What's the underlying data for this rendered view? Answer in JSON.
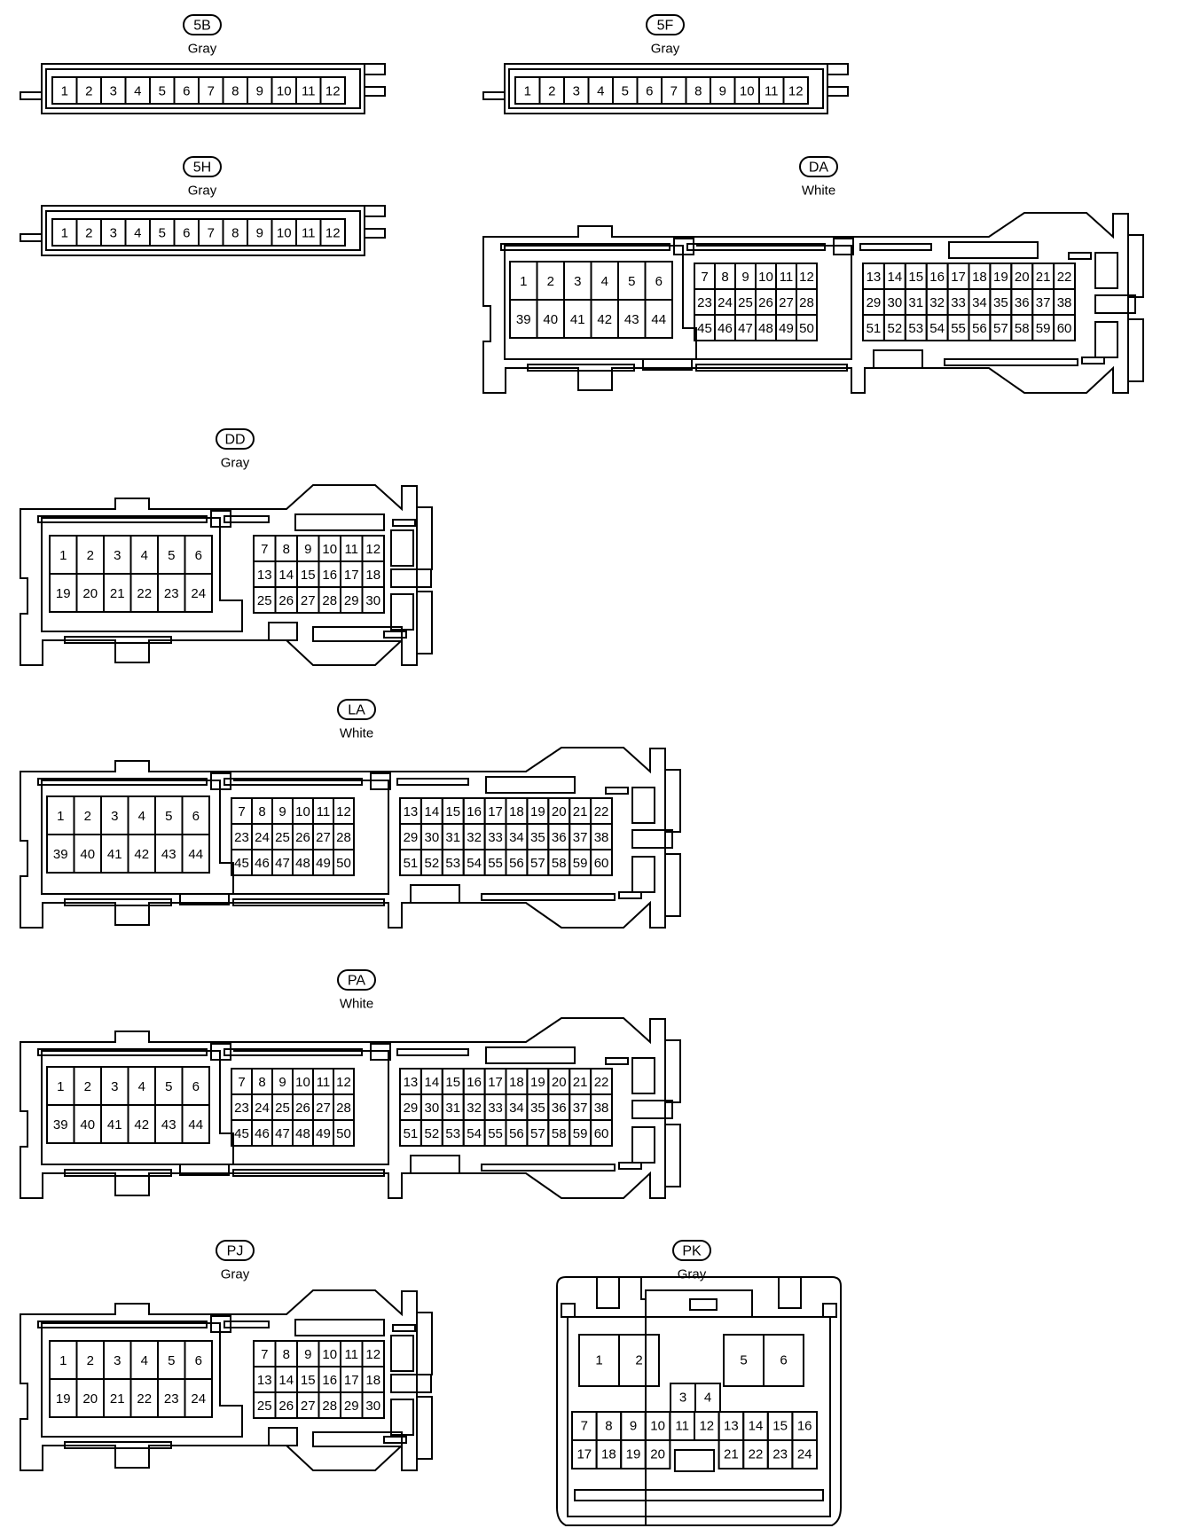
{
  "connectors": {
    "c5B": {
      "code": "5B",
      "color": "Gray",
      "rows": [
        [
          "1",
          "2",
          "3",
          "4",
          "5",
          "6",
          "7",
          "8",
          "9",
          "10",
          "11",
          "12"
        ]
      ]
    },
    "c5F": {
      "code": "5F",
      "color": "Gray",
      "rows": [
        [
          "1",
          "2",
          "3",
          "4",
          "5",
          "6",
          "7",
          "8",
          "9",
          "10",
          "11",
          "12"
        ]
      ]
    },
    "c5H": {
      "code": "5H",
      "color": "Gray",
      "rows": [
        [
          "1",
          "2",
          "3",
          "4",
          "5",
          "6",
          "7",
          "8",
          "9",
          "10",
          "11",
          "12"
        ]
      ]
    },
    "cDA": {
      "code": "DA",
      "color": "White",
      "blockA": [
        [
          "1",
          "2",
          "3",
          "4",
          "5",
          "6"
        ],
        [
          "39",
          "40",
          "41",
          "42",
          "43",
          "44"
        ]
      ],
      "blockB": [
        [
          "7",
          "8",
          "9",
          "10",
          "11",
          "12"
        ],
        [
          "23",
          "24",
          "25",
          "26",
          "27",
          "28"
        ],
        [
          "45",
          "46",
          "47",
          "48",
          "49",
          "50"
        ]
      ],
      "blockC": [
        [
          "13",
          "14",
          "15",
          "16",
          "17",
          "18",
          "19",
          "20",
          "21",
          "22"
        ],
        [
          "29",
          "30",
          "31",
          "32",
          "33",
          "34",
          "35",
          "36",
          "37",
          "38"
        ],
        [
          "51",
          "52",
          "53",
          "54",
          "55",
          "56",
          "57",
          "58",
          "59",
          "60"
        ]
      ]
    },
    "cDD": {
      "code": "DD",
      "color": "Gray",
      "blockA": [
        [
          "1",
          "2",
          "3",
          "4",
          "5",
          "6"
        ],
        [
          "19",
          "20",
          "21",
          "22",
          "23",
          "24"
        ]
      ],
      "blockB": [
        [
          "7",
          "8",
          "9",
          "10",
          "11",
          "12"
        ],
        [
          "13",
          "14",
          "15",
          "16",
          "17",
          "18"
        ],
        [
          "25",
          "26",
          "27",
          "28",
          "29",
          "30"
        ]
      ]
    },
    "cLA": {
      "code": "LA",
      "color": "White",
      "blockA": [
        [
          "1",
          "2",
          "3",
          "4",
          "5",
          "6"
        ],
        [
          "39",
          "40",
          "41",
          "42",
          "43",
          "44"
        ]
      ],
      "blockB": [
        [
          "7",
          "8",
          "9",
          "10",
          "11",
          "12"
        ],
        [
          "23",
          "24",
          "25",
          "26",
          "27",
          "28"
        ],
        [
          "45",
          "46",
          "47",
          "48",
          "49",
          "50"
        ]
      ],
      "blockC": [
        [
          "13",
          "14",
          "15",
          "16",
          "17",
          "18",
          "19",
          "20",
          "21",
          "22"
        ],
        [
          "29",
          "30",
          "31",
          "32",
          "33",
          "34",
          "35",
          "36",
          "37",
          "38"
        ],
        [
          "51",
          "52",
          "53",
          "54",
          "55",
          "56",
          "57",
          "58",
          "59",
          "60"
        ]
      ]
    },
    "cPA": {
      "code": "PA",
      "color": "White",
      "blockA": [
        [
          "1",
          "2",
          "3",
          "4",
          "5",
          "6"
        ],
        [
          "39",
          "40",
          "41",
          "42",
          "43",
          "44"
        ]
      ],
      "blockB": [
        [
          "7",
          "8",
          "9",
          "10",
          "11",
          "12"
        ],
        [
          "23",
          "24",
          "25",
          "26",
          "27",
          "28"
        ],
        [
          "45",
          "46",
          "47",
          "48",
          "49",
          "50"
        ]
      ],
      "blockC": [
        [
          "13",
          "14",
          "15",
          "16",
          "17",
          "18",
          "19",
          "20",
          "21",
          "22"
        ],
        [
          "29",
          "30",
          "31",
          "32",
          "33",
          "34",
          "35",
          "36",
          "37",
          "38"
        ],
        [
          "51",
          "52",
          "53",
          "54",
          "55",
          "56",
          "57",
          "58",
          "59",
          "60"
        ]
      ]
    },
    "cPJ": {
      "code": "PJ",
      "color": "Gray",
      "blockA": [
        [
          "1",
          "2",
          "3",
          "4",
          "5",
          "6"
        ],
        [
          "19",
          "20",
          "21",
          "22",
          "23",
          "24"
        ]
      ],
      "blockB": [
        [
          "7",
          "8",
          "9",
          "10",
          "11",
          "12"
        ],
        [
          "13",
          "14",
          "15",
          "16",
          "17",
          "18"
        ],
        [
          "25",
          "26",
          "27",
          "28",
          "29",
          "30"
        ]
      ]
    },
    "cPK": {
      "code": "PK",
      "color": "Gray",
      "pins": [
        "1",
        "2",
        "3",
        "4",
        "5",
        "6",
        "7",
        "8",
        "9",
        "10",
        "11",
        "12",
        "13",
        "14",
        "15",
        "16",
        "17",
        "18",
        "19",
        "20",
        "21",
        "22",
        "23",
        "24"
      ]
    }
  }
}
